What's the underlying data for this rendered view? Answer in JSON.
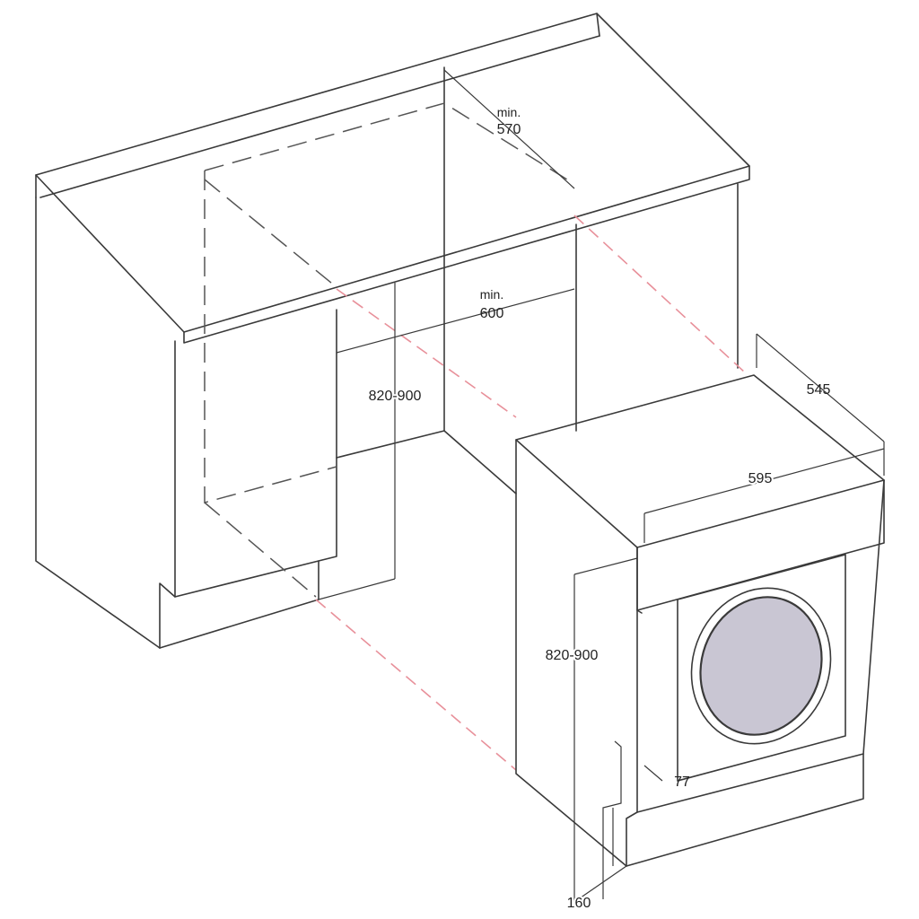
{
  "colors": {
    "stroke": "#3a3a3a",
    "guide": "#e8909a",
    "window": "#c9c6d3"
  },
  "labels": {
    "niche_depth_min": "min.",
    "niche_depth": "570",
    "niche_width_min": "min.",
    "niche_width": "600",
    "niche_height": "820-900",
    "machine_depth": "545",
    "machine_width": "595",
    "machine_height": "820-900",
    "plinth_inset": "77",
    "plinth_height": "160"
  }
}
